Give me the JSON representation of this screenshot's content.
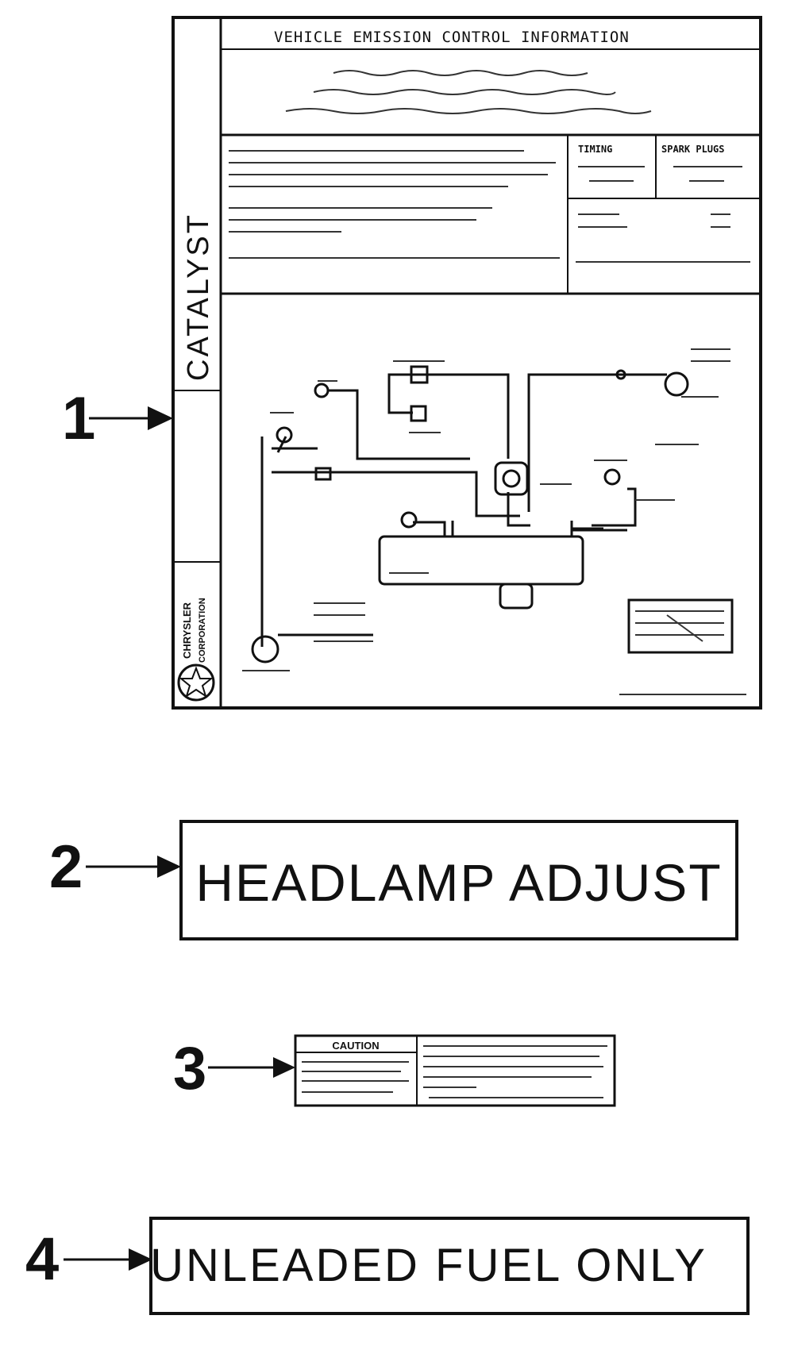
{
  "callouts": [
    {
      "number": "1",
      "label": "VEHICLE EMISSION CONTROL INFORMATION"
    },
    {
      "number": "2",
      "label": "HEADLAMP ADJUST"
    },
    {
      "number": "3",
      "label": "CAUTION"
    },
    {
      "number": "4",
      "label": "UNLEADED FUEL ONLY"
    }
  ],
  "emission_label": {
    "header": "VEHICLE EMISSION CONTROL INFORMATION",
    "side_text": "CATALYST",
    "brand_line1": "CHRYSLER",
    "brand_line2": "CORPORATION",
    "spec_col1": "TIMING",
    "spec_col2": "SPARK PLUGS"
  },
  "headlamp_label": {
    "text": "HEADLAMP ADJUST"
  },
  "caution_label": {
    "title": "CAUTION"
  },
  "fuel_label": {
    "text": "UNLEADED FUEL ONLY"
  },
  "icons": {
    "arrow": "arrow-right-icon",
    "star": "pentastar-icon"
  }
}
